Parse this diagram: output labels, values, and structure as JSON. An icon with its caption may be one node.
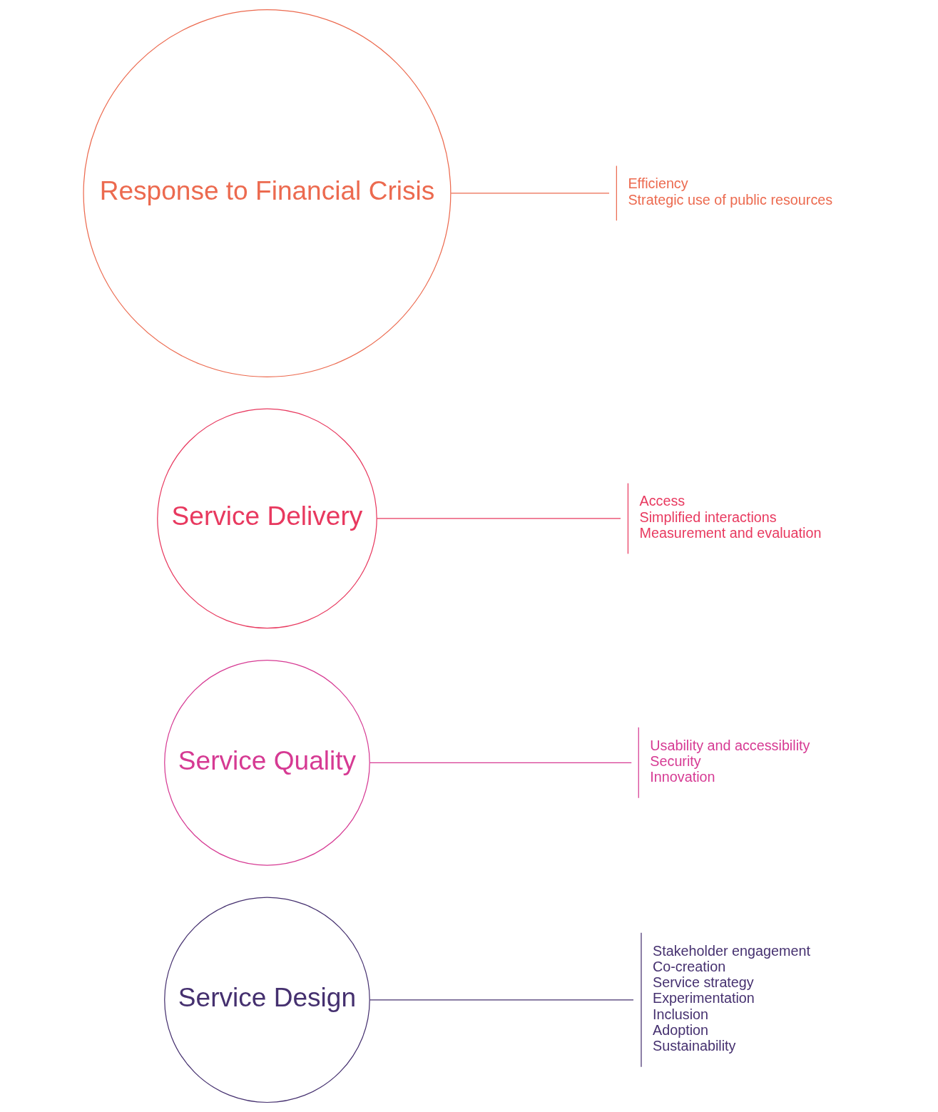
{
  "diagram": {
    "nodes": [
      {
        "text": [
          "Service Design"
        ]
      },
      {
        "text": [
          "Stakeholder engagement",
          "Co-creation",
          "Service strategy",
          "Experimentation",
          "Inclusion",
          "Adoption",
          "Sustainability"
        ]
      },
      {
        "text": [
          "Service Quality"
        ]
      },
      {
        "text": [
          "Usability and accessibility",
          "Security",
          "Innovation"
        ]
      },
      {
        "text": [
          "Service Delivery"
        ]
      },
      {
        "text": [
          "Access",
          "Simplified interactions",
          "Measurement and evaluation"
        ]
      },
      {
        "text": [
          "Response to Financial Crisis"
        ]
      },
      {
        "text": [
          "Efficiency",
          "Strategic use of public resources"
        ]
      }
    ],
    "edges": [
      {
        "from": 0,
        "to": 1,
        "arrow": "none",
        "color": "#45306f"
      },
      {
        "from": 2,
        "to": 3,
        "arrow": "none",
        "color": "#d63a93"
      },
      {
        "from": 4,
        "to": 5,
        "arrow": "none",
        "color": "#e8395f"
      },
      {
        "from": 6,
        "to": 7,
        "arrow": "none",
        "color": "#ec6a4f"
      }
    ]
  }
}
